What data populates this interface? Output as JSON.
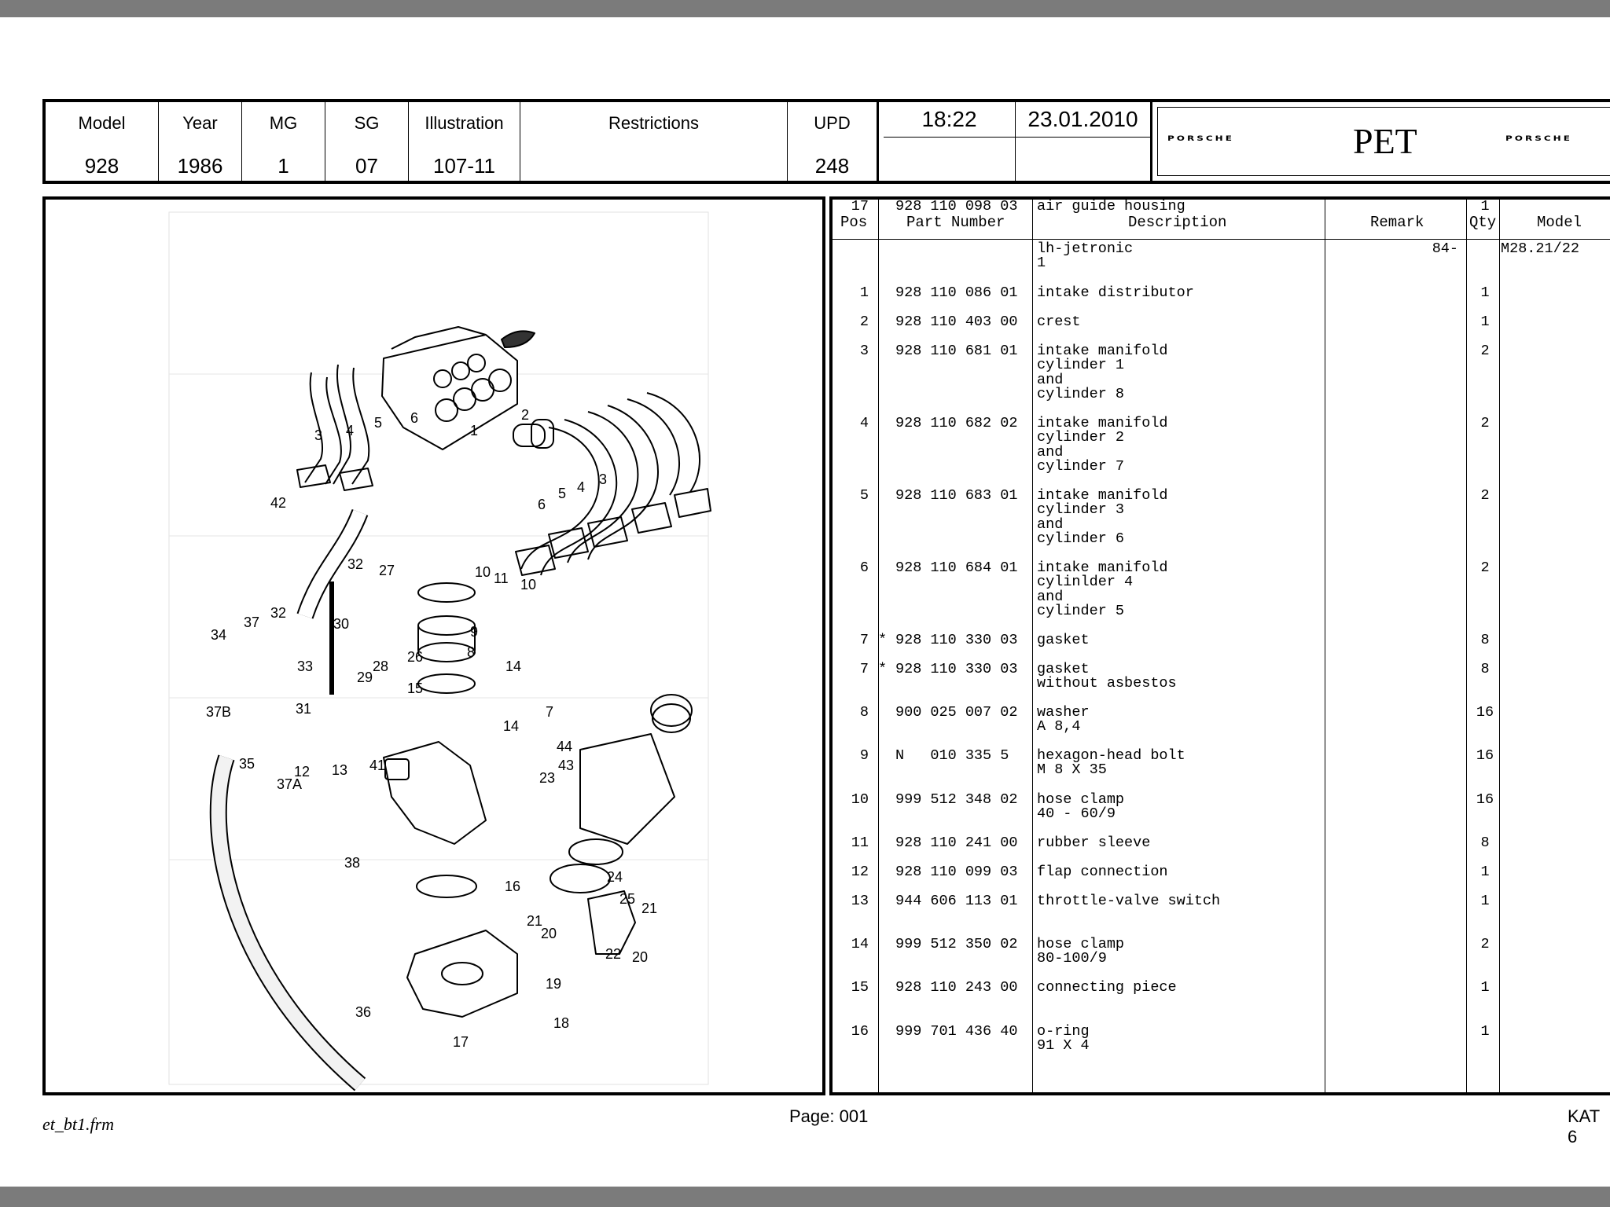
{
  "header": {
    "cells": [
      {
        "label": "Model",
        "value": "928"
      },
      {
        "label": "Year",
        "value": "1986"
      },
      {
        "label": "MG",
        "value": "1"
      },
      {
        "label": "SG",
        "value": "07"
      },
      {
        "label": "Illustration",
        "value": "107-11"
      },
      {
        "label": "Restrictions",
        "value": ""
      },
      {
        "label": "UPD",
        "value": "248"
      }
    ],
    "time": "18:22",
    "date": "23.01.2010",
    "brand_left": "PORSCHE",
    "app": "PET",
    "brand_right": "PORSCHE"
  },
  "table": {
    "headers": {
      "pos": "Pos",
      "part": "Part Number",
      "desc": "Description",
      "remark": "Remark",
      "qty": "Qty",
      "model": "Model"
    },
    "rows": [
      {
        "pos": "",
        "star": "",
        "part": "",
        "desc": "lh-jetronic\n1",
        "remark": "84-",
        "qty": "",
        "model": "M28.21/22"
      },
      {
        "pos": "1",
        "star": "",
        "part": "928 110 086 01",
        "desc": "intake distributor",
        "remark": "",
        "qty": "1",
        "model": ""
      },
      {
        "pos": "2",
        "star": "",
        "part": "928 110 403 00",
        "desc": "crest",
        "remark": "",
        "qty": "1",
        "model": ""
      },
      {
        "pos": "3",
        "star": "",
        "part": "928 110 681 01",
        "desc": "intake manifold\ncylinder 1\nand\ncylinder 8",
        "remark": "",
        "qty": "2",
        "model": ""
      },
      {
        "pos": "4",
        "star": "",
        "part": "928 110 682 02",
        "desc": "intake manifold\ncylinder 2\nand\ncylinder 7",
        "remark": "",
        "qty": "2",
        "model": ""
      },
      {
        "pos": "5",
        "star": "",
        "part": "928 110 683 01",
        "desc": "intake manifold\ncylinder 3\nand\ncylinder 6",
        "remark": "",
        "qty": "2",
        "model": ""
      },
      {
        "pos": "6",
        "star": "",
        "part": "928 110 684 01",
        "desc": "intake manifold\ncylinlder 4\nand\ncylinder 5",
        "remark": "",
        "qty": "2",
        "model": ""
      },
      {
        "pos": "7",
        "star": "*",
        "part": "928 110 330 03",
        "desc": "gasket",
        "remark": "",
        "qty": "8",
        "model": ""
      },
      {
        "pos": "7",
        "star": "*",
        "part": "928 110 330 03",
        "desc": "gasket\nwithout asbestos",
        "remark": "",
        "qty": "8",
        "model": ""
      },
      {
        "pos": "8",
        "star": "",
        "part": "900 025 007 02",
        "desc": "washer\nA 8,4",
        "remark": "",
        "qty": "16",
        "model": ""
      },
      {
        "pos": "9",
        "star": "",
        "part": "N   010 335 5",
        "desc": "hexagon-head bolt\nM 8 X 35",
        "remark": "",
        "qty": "16",
        "model": ""
      },
      {
        "pos": "10",
        "star": "",
        "part": "999 512 348 02",
        "desc": "hose clamp\n40 - 60/9",
        "remark": "",
        "qty": "16",
        "model": ""
      },
      {
        "pos": "11",
        "star": "",
        "part": "928 110 241 00",
        "desc": "rubber sleeve",
        "remark": "",
        "qty": "8",
        "model": ""
      },
      {
        "pos": "12",
        "star": "",
        "part": "928 110 099 03",
        "desc": "flap connection",
        "remark": "",
        "qty": "1",
        "model": ""
      },
      {
        "pos": "13",
        "star": "",
        "part": "944 606 113 01",
        "desc": "throttle-valve switch",
        "remark": "",
        "qty": "1",
        "model": ""
      },
      {
        "pos": "14",
        "star": "",
        "part": "999 512 350 02",
        "desc": "hose clamp\n80-100/9",
        "remark": "",
        "qty": "2",
        "model": ""
      },
      {
        "pos": "15",
        "star": "",
        "part": "928 110 243 00",
        "desc": "connecting piece",
        "remark": "",
        "qty": "1",
        "model": ""
      },
      {
        "pos": "16",
        "star": "",
        "part": "999 701 436 40",
        "desc": "o-ring\n91 X 4",
        "remark": "",
        "qty": "1",
        "model": ""
      },
      {
        "pos": "17",
        "star": "",
        "part": "928 110 098 03",
        "desc": "air guide housing",
        "remark": "",
        "qty": "1",
        "model": ""
      }
    ]
  },
  "diagram": {
    "callouts": [
      "1",
      "2",
      "3",
      "4",
      "5",
      "6",
      "3",
      "4",
      "5",
      "6",
      "42",
      "10",
      "11",
      "10",
      "32",
      "27",
      "9",
      "8",
      "26",
      "30",
      "32",
      "37",
      "34",
      "33",
      "29",
      "28",
      "14",
      "15",
      "7",
      "37B",
      "31",
      "14",
      "35",
      "41",
      "37A",
      "44",
      "43",
      "23",
      "12",
      "13",
      "38",
      "24",
      "25",
      "16",
      "21",
      "21",
      "20",
      "20",
      "22",
      "19",
      "18",
      "36",
      "17"
    ]
  },
  "footer": {
    "left": "et_bt1.frm",
    "page": "Page: 001",
    "right": "KAT 6"
  }
}
